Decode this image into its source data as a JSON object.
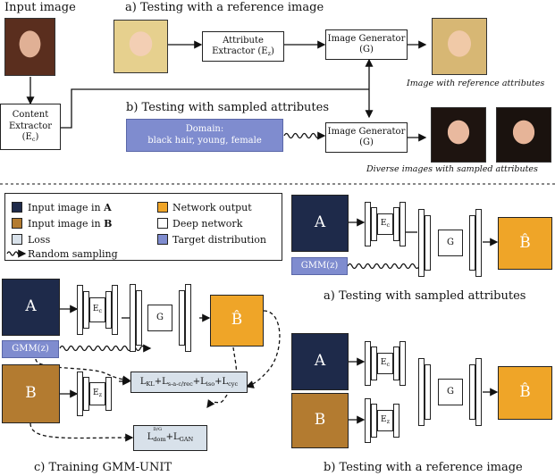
{
  "top": {
    "input_image_label": "Input image",
    "section_a_title": "a) Testing with a reference image",
    "section_b_title": "b) Testing with sampled attributes",
    "attr_extractor": "Attribute Extractor (E",
    "attr_extractor_sub": "z",
    "image_generator": "Image Generator (G)",
    "content_extractor": "Content Extractor (E",
    "content_extractor_sub": "c",
    "domain_label": "Domain:",
    "domain_value": "black hair, young, female",
    "caption_ref": "Image with reference attributes",
    "caption_sampled": "Diverse images with sampled attributes"
  },
  "legend": {
    "items": [
      {
        "label": "Input image in ",
        "bold": "A",
        "color": "#1e2a4a"
      },
      {
        "label": "Input image in ",
        "bold": "B",
        "color": "#b37b30"
      },
      {
        "label": "Loss",
        "bold": "",
        "color": "#d8e1ea"
      },
      {
        "label": "Network output",
        "bold": "",
        "color": "#efa528"
      },
      {
        "label": "Deep network",
        "bold": "",
        "color": "#ffffff"
      },
      {
        "label": "Target distribution",
        "bold": "",
        "color": "#7f8ccf"
      }
    ],
    "random_sampling": "Random sampling"
  },
  "bottom": {
    "a_label": "A",
    "b_label": "B",
    "bhat_label": "B̂",
    "gmm": "GMM(z)",
    "ec": "E",
    "ec_sub": "c",
    "ez": "E",
    "ez_sub": "z",
    "g": "G",
    "loss1": {
      "L": "L",
      "kl": "KL",
      "sacrec": "s-a-c/rec",
      "iso": "iso",
      "cyc": "cyc"
    },
    "loss2": {
      "L": "L",
      "sup": "D/G",
      "dom": "dom",
      "gan": "GAN"
    },
    "caption_train": "c) Training GMM-UNIT",
    "caption_test_a": "a) Testing with sampled attributes",
    "caption_test_b": "b) Testing with a reference image"
  },
  "colors": {
    "navy": "#1e2a4a",
    "brown": "#b37b30",
    "orange": "#efa528",
    "purple": "#7f8ccf",
    "loss": "#d8e1ea"
  }
}
